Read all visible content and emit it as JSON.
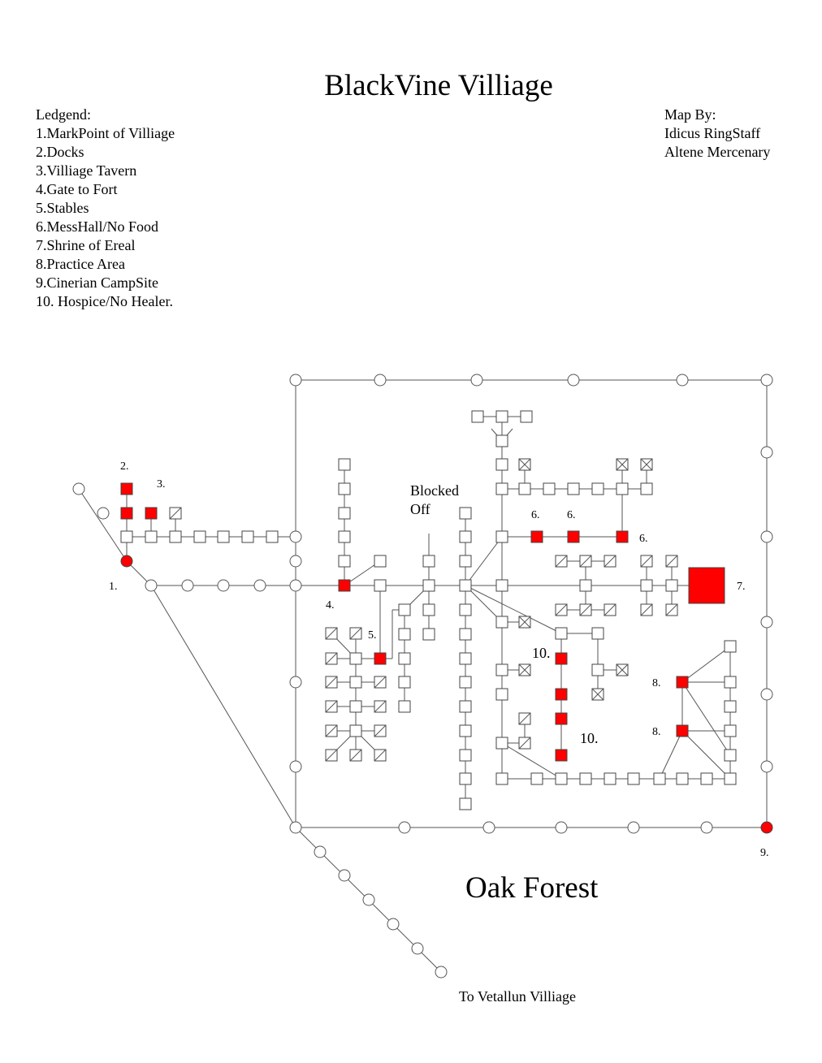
{
  "title": "BlackVine Villiage",
  "legend": {
    "heading": "Ledgend:",
    "items": [
      "1.MarkPoint of Villiage",
      "2.Docks",
      "3.Villiage Tavern",
      "4.Gate to Fort",
      "5.Stables",
      "6.MessHall/No Food",
      "7.Shrine of Ereal",
      "8.Practice Area",
      "9.Cinerian CampSite",
      "10. Hospice/No Healer."
    ]
  },
  "credits": [
    "Map By:",
    "Idicus RingStaff",
    "Altene Mercenary"
  ],
  "region_label": "Oak Forest",
  "road_label": "To Vetallun Villiage",
  "blocked_label": [
    "Blocked",
    "Off"
  ],
  "markers": {
    "m1": "1.",
    "m2": "2.",
    "m3": "3.",
    "m4": "4.",
    "m5": "5.",
    "m6a": "6.",
    "m6b": "6.",
    "m6c": "6.",
    "m7": "7.",
    "m8a": "8.",
    "m8b": "8.",
    "m9": "9.",
    "m10a": "10.",
    "m10b": "10."
  },
  "colors": {
    "special_room": "#ff0000",
    "room": "#ffffff",
    "line": "#555555"
  }
}
